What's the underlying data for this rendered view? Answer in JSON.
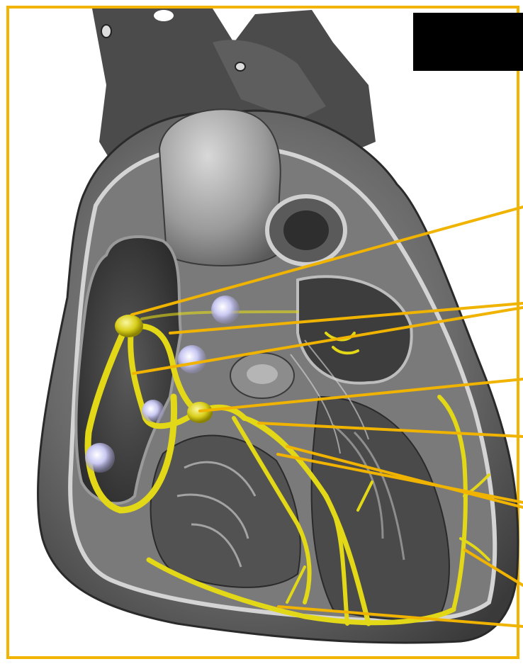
{
  "diagram": {
    "subject": "heart-conduction-system-cross-section",
    "colors": {
      "frame": "#f2b400",
      "conduction_fibers": "#e6dc1e",
      "leader_lines": "#f0b400",
      "tissue_dark": "#3c3c3c",
      "tissue_mid": "#8a8a8a",
      "tissue_light": "#c8c8c8",
      "node_glow": "#c8c8f0",
      "label_cover": "#000000"
    },
    "pointer_lines": [
      {
        "name": "pointer-sa-node"
      },
      {
        "name": "pointer-internodal-1"
      },
      {
        "name": "pointer-internodal-2"
      },
      {
        "name": "pointer-av-node"
      },
      {
        "name": "pointer-bundle-of-his"
      },
      {
        "name": "pointer-left-bundle-branch"
      },
      {
        "name": "pointer-right-bundle-branch"
      },
      {
        "name": "pointer-purkinje-fibers"
      },
      {
        "name": "pointer-purkinje-lower"
      }
    ]
  }
}
